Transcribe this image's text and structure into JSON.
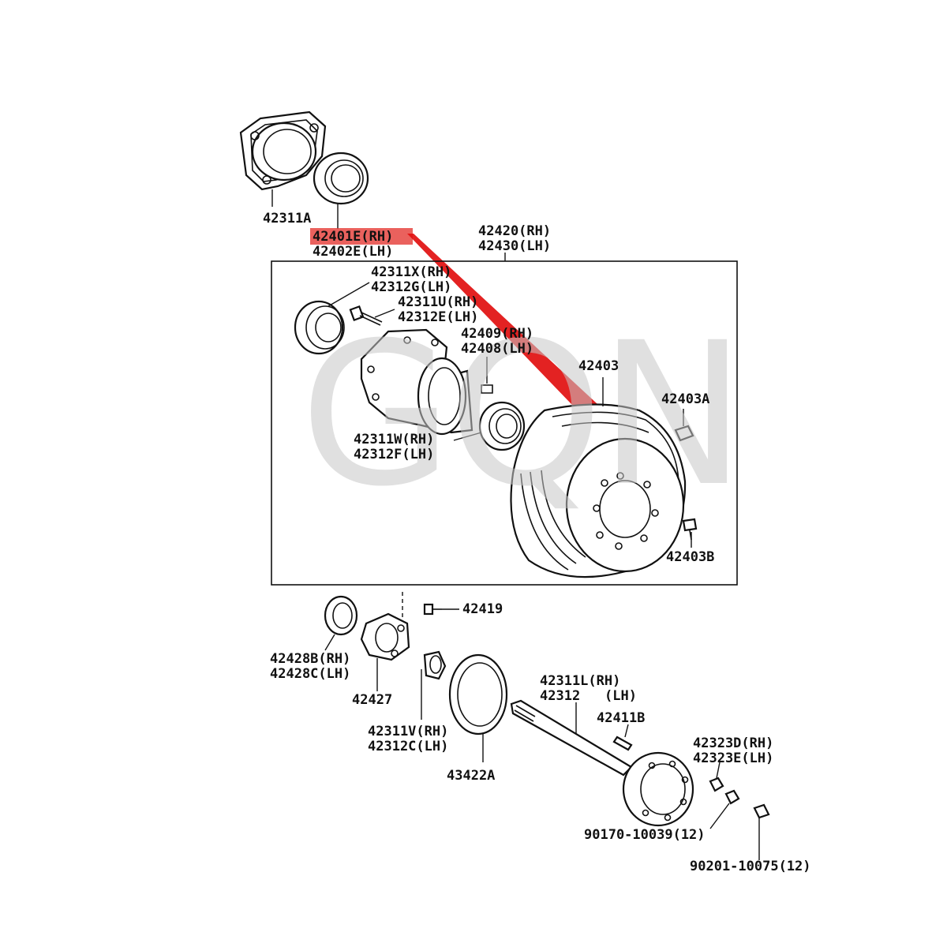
{
  "watermark": "GQN",
  "highlight_color": "#e10f0f",
  "labels": {
    "p42311A": "42311A",
    "p42401E": "42401E(RH)",
    "p42402E": "42402E(LH)",
    "p42420": "42420(RH)",
    "p42430": "42430(LH)",
    "p42311X": "42311X(RH)",
    "p42312G": "42312G(LH)",
    "p42311U": "42311U(RH)",
    "p42312E": "42312E(LH)",
    "p42409": "42409(RH)",
    "p42410": "42408(LH)",
    "p42403": "42403",
    "p42403A": "42403A",
    "p42403B": "42403B",
    "p42311W": "42311W(RH)",
    "p42312F": "42312F(LH)",
    "p42419": "42419",
    "p42428B": "42428B(RH)",
    "p42428C": "42428C(LH)",
    "p42427": "42427",
    "p42311L_a": "42311L(RH)",
    "p42312_a": "42312",
    "p42312_b": "(LH)",
    "p42411B": "42411B",
    "p42323D": "42323D(RH)",
    "p42323E": "42323E(LH)",
    "p42311V": "42311V(RH)",
    "p42312C": "42312C(LH)",
    "p43422A": "43422A",
    "p90170": "90170-10039(12)",
    "p90201": "90201-10075(12)"
  }
}
